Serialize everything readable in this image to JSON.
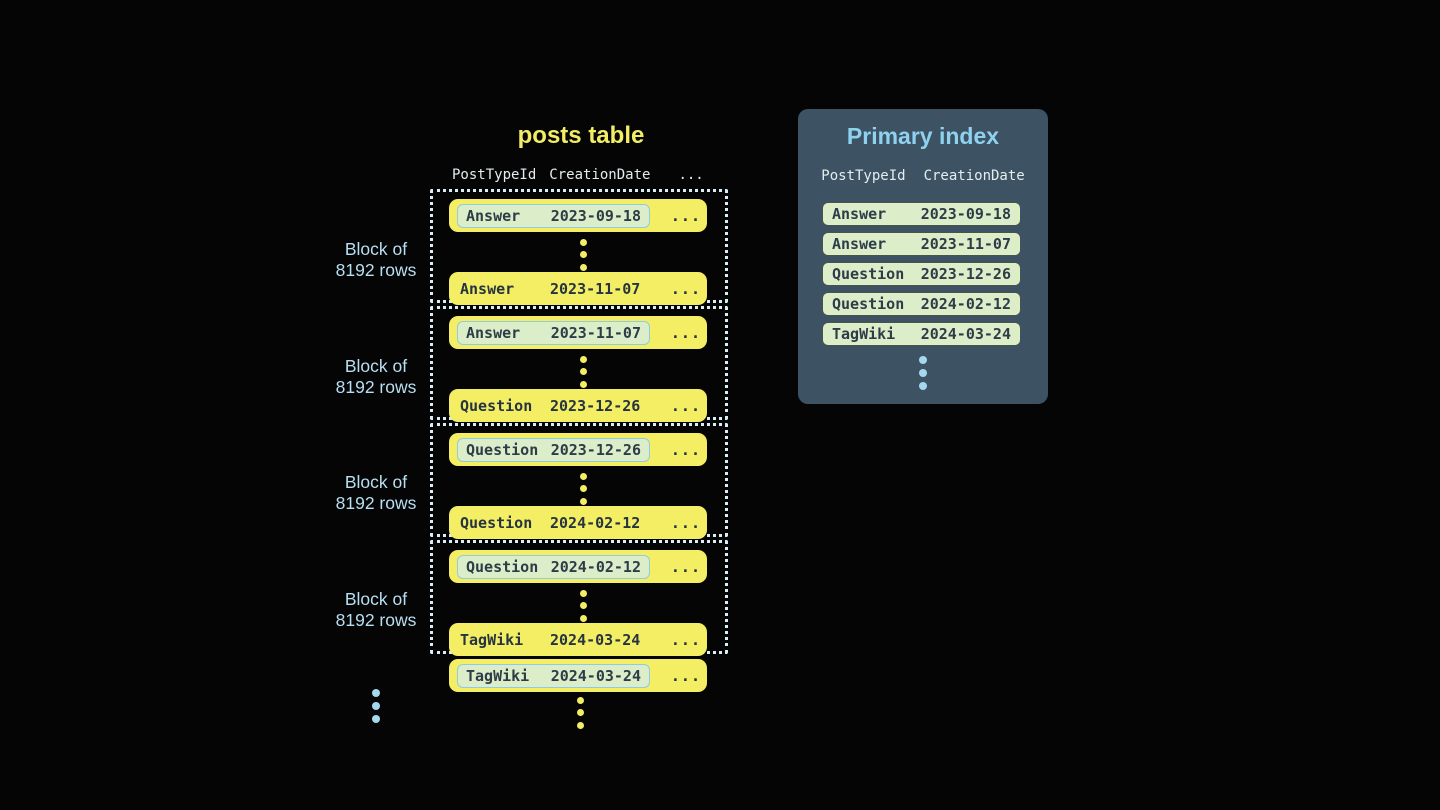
{
  "posts_table": {
    "title": "posts table",
    "headers": {
      "col1": "PostTypeId",
      "col2": "CreationDate",
      "more": "..."
    },
    "block_label_line1": "Block of",
    "block_label_line2": "8192 rows",
    "ellipsis": "...",
    "blocks": [
      {
        "first": {
          "type": "Answer",
          "date": "2023-09-18"
        },
        "last": {
          "type": "Answer",
          "date": "2023-11-07"
        }
      },
      {
        "first": {
          "type": "Answer",
          "date": "2023-11-07"
        },
        "last": {
          "type": "Question",
          "date": "2023-12-26"
        }
      },
      {
        "first": {
          "type": "Question",
          "date": "2023-12-26"
        },
        "last": {
          "type": "Question",
          "date": "2024-02-12"
        }
      },
      {
        "first": {
          "type": "Question",
          "date": "2024-02-12"
        },
        "last": {
          "type": "TagWiki",
          "date": "2024-03-24"
        }
      }
    ],
    "tail_row": {
      "type": "TagWiki",
      "date": "2024-03-24"
    }
  },
  "primary_index": {
    "title": "Primary index",
    "headers": {
      "col1": "PostTypeId",
      "col2": "CreationDate"
    },
    "rows": [
      {
        "type": "Answer",
        "date": "2023-09-18"
      },
      {
        "type": "Answer",
        "date": "2023-11-07"
      },
      {
        "type": "Question",
        "date": "2023-12-26"
      },
      {
        "type": "Question",
        "date": "2024-02-12"
      },
      {
        "type": "TagWiki",
        "date": "2024-03-24"
      }
    ]
  },
  "colors": {
    "background": "#050505",
    "row_yellow": "#f4ee64",
    "highlight_green": "#dcedca",
    "highlight_border_blue": "#8fcce3",
    "index_row_border": "#e7f1ad",
    "panel_background": "#3d5363",
    "panel_title_blue": "#8ed2f0",
    "block_label_blue": "#b7dff2",
    "header_text": "#e4ecef",
    "dark_text": "#263440",
    "dot_blue": "#a5d8ee",
    "dotted_border": "#daeef8"
  }
}
